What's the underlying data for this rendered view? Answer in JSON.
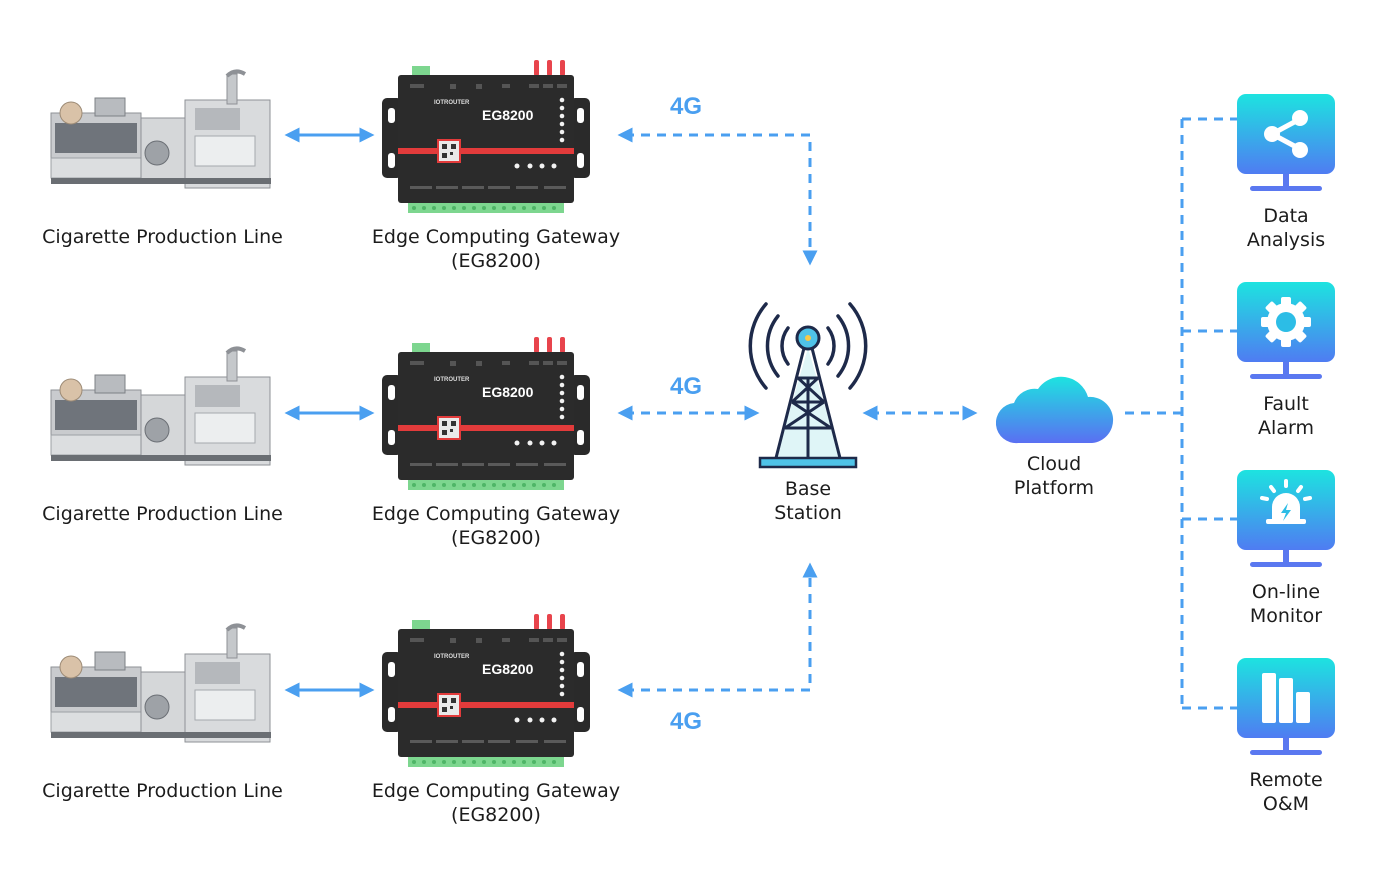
{
  "colors": {
    "link_blue": "#4a9ff0",
    "gateway_body": "#2b2b2b",
    "gateway_stripe": "#e23b3b",
    "terminal_green": "#7dd68f",
    "antenna_red": "#e8444c",
    "icon_gradient_top": "#1de3e0",
    "icon_gradient_bottom": "#4f7cf2",
    "monitor_stand": "#5a78f0",
    "tower_navy": "#1e2a4a",
    "tower_fill": "#dff5f7"
  },
  "rows": [
    {
      "machine_label": "Cigarette Production Line",
      "gateway_label_line1": "Edge Computing Gateway",
      "gateway_label_line2": "(EG8200)",
      "gateway_model": "EG8200",
      "gateway_brand": "IOTROUTER",
      "link_label": "4G"
    },
    {
      "machine_label": "Cigarette Production Line",
      "gateway_label_line1": "Edge Computing Gateway",
      "gateway_label_line2": "(EG8200)",
      "gateway_model": "EG8200",
      "gateway_brand": "IOTROUTER",
      "link_label": "4G"
    },
    {
      "machine_label": "Cigarette Production Line",
      "gateway_label_line1": "Edge Computing Gateway",
      "gateway_label_line2": "(EG8200)",
      "gateway_model": "EG8200",
      "gateway_brand": "IOTROUTER",
      "link_label": "4G"
    }
  ],
  "base_station": {
    "line1": "Base",
    "line2": "Station",
    "icon": "cell-tower-icon"
  },
  "cloud": {
    "line1": "Cloud",
    "line2": "Platform",
    "icon": "cloud-icon"
  },
  "applications": [
    {
      "line1": "Data",
      "line2": "Analysis",
      "icon": "share-icon"
    },
    {
      "line1": "Fault",
      "line2": "Alarm",
      "icon": "gear-icon"
    },
    {
      "line1": "On-line",
      "line2": "Monitor",
      "icon": "alarm-beacon-icon"
    },
    {
      "line1": "Remote",
      "line2": "O&M",
      "icon": "bar-chart-icon"
    }
  ]
}
